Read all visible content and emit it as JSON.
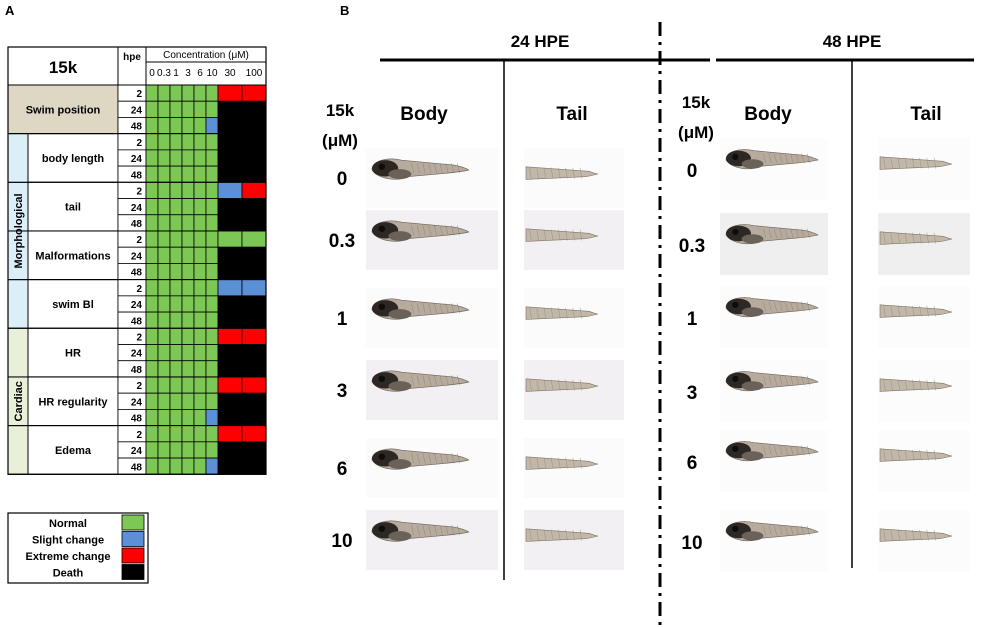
{
  "panel_a": {
    "label": "A",
    "compound": "15k",
    "hpe_header": "hpe",
    "concentration_header": "Concentration (μM)",
    "concentrations": [
      "0",
      "0.3",
      "1",
      "3",
      "6",
      "10",
      "30",
      "100"
    ],
    "groups": [
      {
        "name": "",
        "parameters": [
          {
            "name": "Swim position",
            "rows": [
              {
                "hpe": "2",
                "cells": [
                  "N",
                  "N",
                  "N",
                  "N",
                  "N",
                  "N",
                  "E",
                  "E"
                ]
              },
              {
                "hpe": "24",
                "cells": [
                  "N",
                  "N",
                  "N",
                  "N",
                  "N",
                  "N",
                  "D",
                  "D"
                ]
              },
              {
                "hpe": "48",
                "cells": [
                  "N",
                  "N",
                  "N",
                  "N",
                  "N",
                  "S",
                  "D",
                  "D"
                ]
              }
            ]
          }
        ]
      },
      {
        "name": "Morphological",
        "parameters": [
          {
            "name": "body length",
            "rows": [
              {
                "hpe": "2",
                "cells": [
                  "N",
                  "N",
                  "N",
                  "N",
                  "N",
                  "N",
                  "D",
                  "D"
                ]
              },
              {
                "hpe": "24",
                "cells": [
                  "N",
                  "N",
                  "N",
                  "N",
                  "N",
                  "N",
                  "D",
                  "D"
                ]
              },
              {
                "hpe": "48",
                "cells": [
                  "N",
                  "N",
                  "N",
                  "N",
                  "N",
                  "N",
                  "D",
                  "D"
                ]
              }
            ]
          },
          {
            "name": "tail",
            "rows": [
              {
                "hpe": "2",
                "cells": [
                  "N",
                  "N",
                  "N",
                  "N",
                  "N",
                  "N",
                  "S",
                  "E"
                ]
              },
              {
                "hpe": "24",
                "cells": [
                  "N",
                  "N",
                  "N",
                  "N",
                  "N",
                  "N",
                  "D",
                  "D"
                ]
              },
              {
                "hpe": "48",
                "cells": [
                  "N",
                  "N",
                  "N",
                  "N",
                  "N",
                  "N",
                  "D",
                  "D"
                ]
              }
            ]
          },
          {
            "name": "Malformations",
            "rows": [
              {
                "hpe": "2",
                "cells": [
                  "N",
                  "N",
                  "N",
                  "N",
                  "N",
                  "N",
                  "N",
                  "N"
                ]
              },
              {
                "hpe": "24",
                "cells": [
                  "N",
                  "N",
                  "N",
                  "N",
                  "N",
                  "N",
                  "D",
                  "D"
                ]
              },
              {
                "hpe": "48",
                "cells": [
                  "N",
                  "N",
                  "N",
                  "N",
                  "N",
                  "N",
                  "D",
                  "D"
                ]
              }
            ]
          },
          {
            "name": "swim Bl",
            "rows": [
              {
                "hpe": "2",
                "cells": [
                  "N",
                  "N",
                  "N",
                  "N",
                  "N",
                  "N",
                  "S",
                  "S"
                ]
              },
              {
                "hpe": "24",
                "cells": [
                  "N",
                  "N",
                  "N",
                  "N",
                  "N",
                  "N",
                  "D",
                  "D"
                ]
              },
              {
                "hpe": "48",
                "cells": [
                  "N",
                  "N",
                  "N",
                  "N",
                  "N",
                  "N",
                  "D",
                  "D"
                ]
              }
            ]
          }
        ]
      },
      {
        "name": "Cardiac",
        "parameters": [
          {
            "name": "HR",
            "rows": [
              {
                "hpe": "2",
                "cells": [
                  "N",
                  "N",
                  "N",
                  "N",
                  "N",
                  "N",
                  "E",
                  "E"
                ]
              },
              {
                "hpe": "24",
                "cells": [
                  "N",
                  "N",
                  "N",
                  "N",
                  "N",
                  "N",
                  "D",
                  "D"
                ]
              },
              {
                "hpe": "48",
                "cells": [
                  "N",
                  "N",
                  "N",
                  "N",
                  "N",
                  "N",
                  "D",
                  "D"
                ]
              }
            ]
          },
          {
            "name": "HR regularity",
            "rows": [
              {
                "hpe": "2",
                "cells": [
                  "N",
                  "N",
                  "N",
                  "N",
                  "N",
                  "N",
                  "E",
                  "E"
                ]
              },
              {
                "hpe": "24",
                "cells": [
                  "N",
                  "N",
                  "N",
                  "N",
                  "N",
                  "N",
                  "D",
                  "D"
                ]
              },
              {
                "hpe": "48",
                "cells": [
                  "N",
                  "N",
                  "N",
                  "N",
                  "N",
                  "S",
                  "D",
                  "D"
                ]
              }
            ]
          },
          {
            "name": "Edema",
            "rows": [
              {
                "hpe": "2",
                "cells": [
                  "N",
                  "N",
                  "N",
                  "N",
                  "N",
                  "N",
                  "E",
                  "E"
                ]
              },
              {
                "hpe": "24",
                "cells": [
                  "N",
                  "N",
                  "N",
                  "N",
                  "N",
                  "N",
                  "D",
                  "D"
                ]
              },
              {
                "hpe": "48",
                "cells": [
                  "N",
                  "N",
                  "N",
                  "N",
                  "N",
                  "S",
                  "D",
                  "D"
                ]
              }
            ]
          }
        ]
      }
    ],
    "legend": [
      {
        "code": "N",
        "label": "Normal"
      },
      {
        "code": "S",
        "label": "Slight change"
      },
      {
        "code": "E",
        "label": "Extreme change"
      },
      {
        "code": "D",
        "label": "Death"
      }
    ],
    "colors": {
      "N": "#7dc855",
      "S": "#5b8fd6",
      "E": "#ff0000",
      "D": "#000000",
      "swim_header_bg": "#ded7c4",
      "morph_bg": "#dceef7",
      "cardiac_bg": "#e9f0da"
    }
  },
  "panel_b": {
    "label": "B",
    "timepoints": [
      {
        "title": "24 HPE",
        "compound_label": "15k",
        "unit_label": "(μM)",
        "columns": [
          "Body",
          "Tail"
        ]
      },
      {
        "title": "48 HPE",
        "compound_label": "15k",
        "unit_label": "(μM)",
        "columns": [
          "Body",
          "Tail"
        ]
      }
    ],
    "doses": [
      "0",
      "0.3",
      "1",
      "3",
      "6",
      "10"
    ]
  }
}
